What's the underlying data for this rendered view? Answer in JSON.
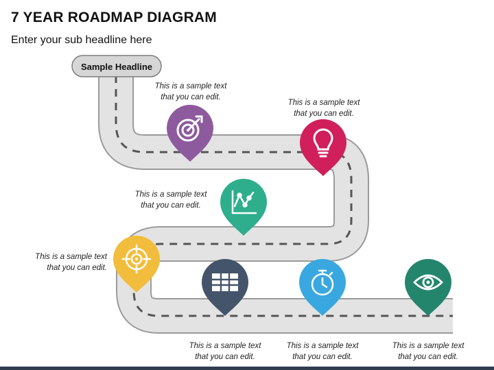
{
  "title": "7 YEAR ROADMAP DIAGRAM",
  "subtitle": "Enter your sub headline here",
  "start_label": "Sample Headline",
  "colors": {
    "road": "#e3e3e3",
    "road_edge": "#9a9a9a",
    "dash": "#555555",
    "purple": "#8e5a9e",
    "crimson": "#d11f5c",
    "green": "#2eae8d",
    "yellow": "#f2bd3c",
    "slate": "#44546a",
    "blue": "#3aa8e0",
    "teal": "#24856d"
  },
  "milestones": [
    {
      "icon": "target-arrow-icon",
      "color": "purple",
      "text1": "This is a sample text",
      "text2": "that you can edit."
    },
    {
      "icon": "lightbulb-icon",
      "color": "crimson",
      "text1": "This is a sample text",
      "text2": "that you can edit."
    },
    {
      "icon": "line-chart-icon",
      "color": "green",
      "text1": "This is a sample text",
      "text2": "that you can edit."
    },
    {
      "icon": "crosshair-icon",
      "color": "yellow",
      "text1": "This is a sample text",
      "text2": "that you can edit."
    },
    {
      "icon": "table-grid-icon",
      "color": "slate",
      "text1": "This is a sample text",
      "text2": "that you can edit."
    },
    {
      "icon": "stopwatch-icon",
      "color": "blue",
      "text1": "This is a sample text",
      "text2": "that you can edit."
    },
    {
      "icon": "eye-icon",
      "color": "teal",
      "text1": "This is a sample text",
      "text2": "that you can edit."
    }
  ]
}
